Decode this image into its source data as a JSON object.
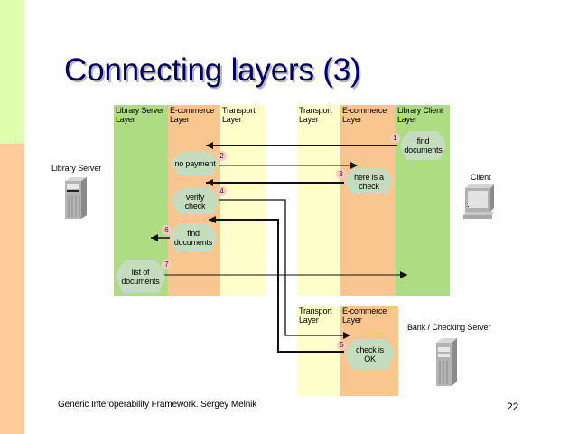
{
  "slide": {
    "title": "Connecting layers (3)",
    "footer": "Generic Interoperability Framework. Sergey Melnik",
    "page_number": "22"
  },
  "nodes": {
    "library_server": "Library Server",
    "client": "Client",
    "bank": "Bank / Checking Server"
  },
  "layers": {
    "library_server_side": [
      {
        "label": "Library Server\nLayer"
      },
      {
        "label": "E-commerce\nLayer"
      },
      {
        "label": "Transport\nLayer"
      }
    ],
    "client_side": [
      {
        "label": "Transport\nLayer"
      },
      {
        "label": "E-commerce\nLayer"
      },
      {
        "label": "Library Client\nLayer"
      }
    ],
    "bank_side": [
      {
        "label": "Transport\nLayer"
      },
      {
        "label": "E-commerce\nLayer"
      }
    ]
  },
  "messages": [
    {
      "step": "1",
      "label": "find\ndocuments"
    },
    {
      "step": "2",
      "label": "no payment"
    },
    {
      "step": "3",
      "label": "here is a\ncheck"
    },
    {
      "step": "4",
      "label": "verify\ncheck"
    },
    {
      "step": "5",
      "label": "check is\nOK"
    },
    {
      "step": "6",
      "label": "find\ndocuments"
    },
    {
      "step": "7",
      "label": "list of\ndocuments"
    }
  ],
  "colors": {
    "library_layer": "#AEDC82",
    "ecommerce_layer": "#F9C690",
    "transport_layer": "#FFFFCC",
    "message_bubble": "#C6DCBF",
    "step_badge": "#FFCAC2",
    "title": "#000066"
  }
}
